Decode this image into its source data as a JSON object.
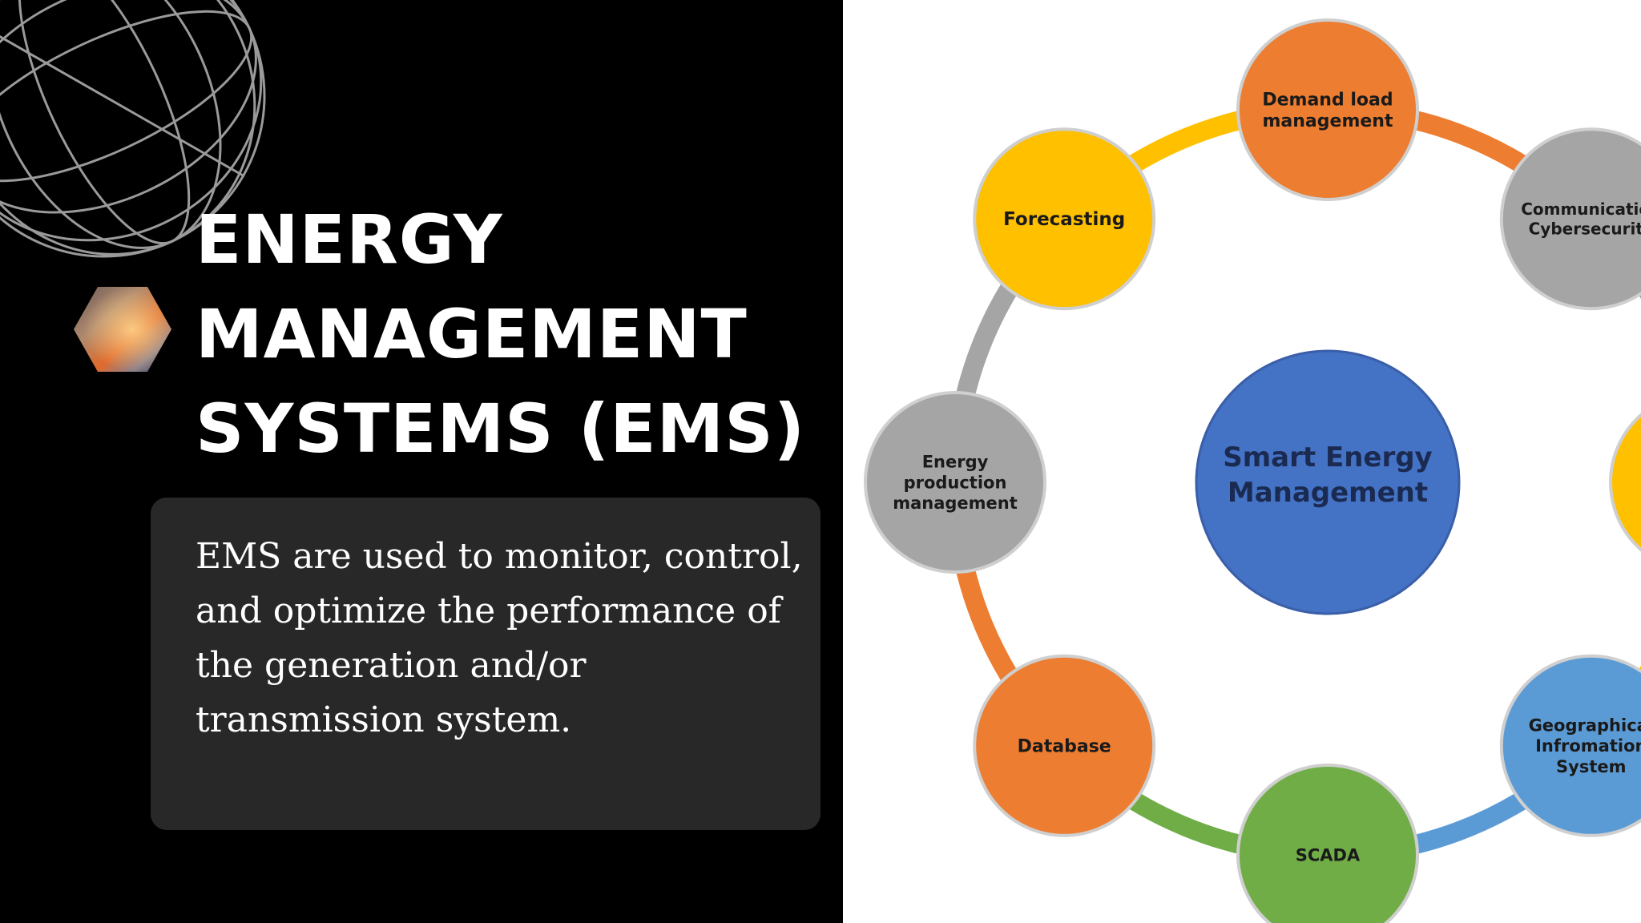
{
  "title": {
    "line1": "ENERGY",
    "line2": "MANAGEMENT",
    "line3": "SYSTEMS (EMS)"
  },
  "description": "EMS are used to monitor, control, and optimize the performance of the generation and/or transmission system.",
  "diagram": {
    "center": {
      "line1": "Smart Energy",
      "line2": "Management",
      "color": "#4472C4"
    },
    "nodes": [
      {
        "key": "demand",
        "lines": [
          "Demand load",
          "management"
        ],
        "color": "#ED7D31"
      },
      {
        "key": "comm",
        "lines": [
          "Communication",
          "Cybersecurity"
        ],
        "color": "#A5A5A5"
      },
      {
        "key": "forecast",
        "lines": [
          "Forecasting"
        ],
        "color": "#FFC000"
      },
      {
        "key": "production",
        "lines": [
          "Energy",
          "production",
          "management"
        ],
        "color": "#A5A5A5"
      },
      {
        "key": "database",
        "lines": [
          "Database"
        ],
        "color": "#ED7D31"
      },
      {
        "key": "scada",
        "lines": [
          "SCADA"
        ],
        "color": "#70AD47"
      },
      {
        "key": "gis",
        "lines": [
          "Geographical",
          "Infromation",
          "System"
        ],
        "color": "#5B9BD5"
      },
      {
        "key": "right",
        "lines": [],
        "color": "#FFC000"
      }
    ]
  },
  "colors": {
    "left_bg": "#000000",
    "card_bg": "#282828",
    "right_bg": "#FFFFFF"
  }
}
